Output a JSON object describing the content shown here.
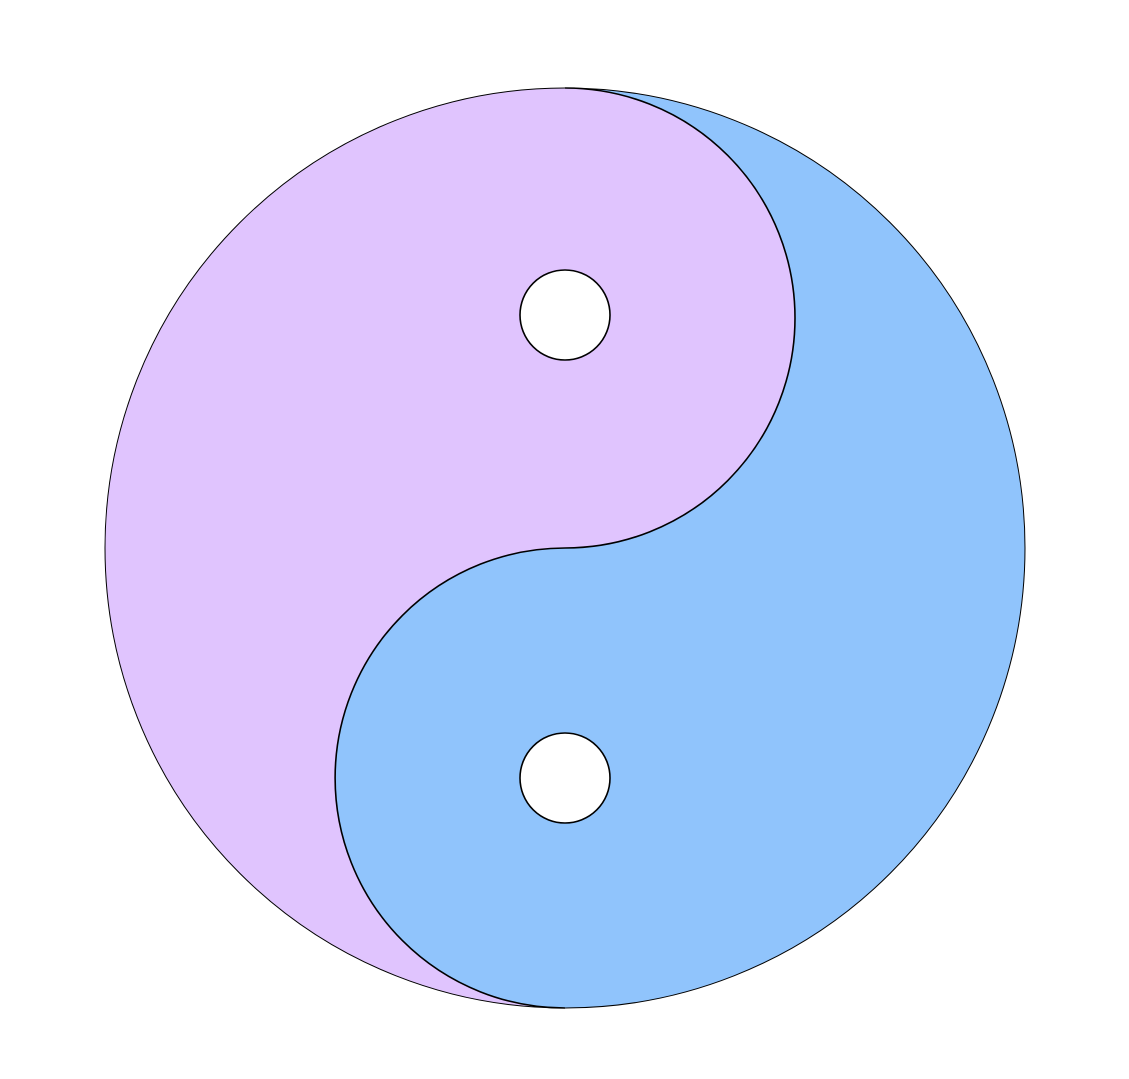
{
  "diagram": {
    "type": "yin-yang",
    "colors": {
      "background": "#ffffff",
      "yin": "#e0c4fe",
      "yang": "#90c4fc",
      "dot": "#ffffff",
      "outline": "#000000"
    },
    "parts": [
      {
        "name": "yin-half",
        "color": "yin"
      },
      {
        "name": "yang-half",
        "color": "yang"
      },
      {
        "name": "upper-eye-dot",
        "color": "dot"
      },
      {
        "name": "lower-eye-dot",
        "color": "dot"
      }
    ]
  }
}
